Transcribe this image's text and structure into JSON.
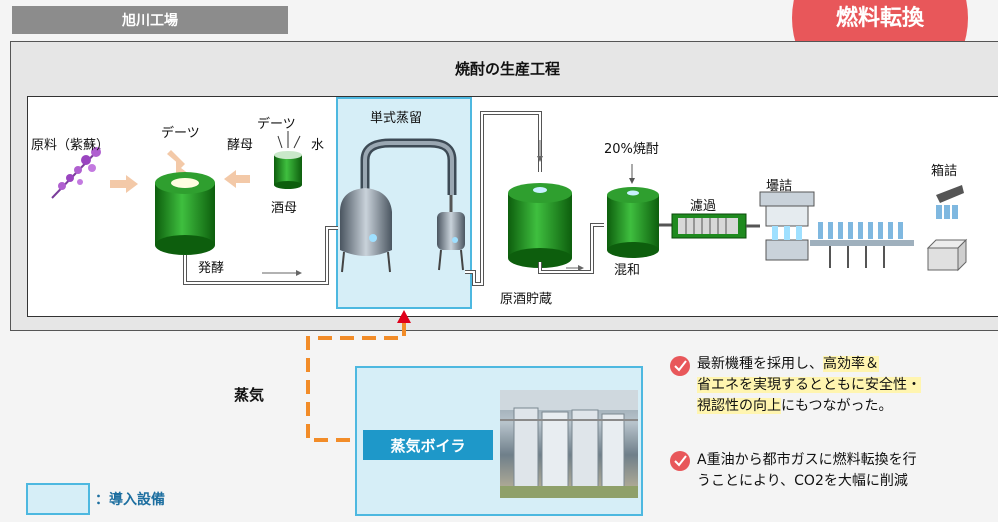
{
  "header": {
    "factory": "旭川工場",
    "badge": "燃料転換"
  },
  "diagram": {
    "title": "焼酎の生産工程",
    "labels": {
      "raw": "原料（紫蘇）",
      "dates1": "デーツ",
      "dates2": "デーツ",
      "yeast": "酵母",
      "water": "水",
      "yeast_starter": "酒母",
      "ferment": "発酵",
      "distill": "単式蒸留",
      "storage": "原酒貯蔵",
      "shochu20": "20%焼酎",
      "mix": "混和",
      "filter": "濾過",
      "bottling": "壜詰",
      "boxing": "箱詰"
    }
  },
  "steam": {
    "label": "蒸気",
    "boiler": "蒸気ボイラ"
  },
  "legend": {
    "text": "：導入設備"
  },
  "notes": {
    "n1_l1a": "最新機種を採用し、",
    "n1_l1b": "高効率＆",
    "n1_l2a": "省エネを実現するとともに",
    "n1_l2b": "安全性・",
    "n1_l3a": "視認性の向上",
    "n1_l3b": "にもつながった。",
    "n2_l1": "A重油から都市ガスに燃料転換を行",
    "n2_l2": "うことにより、CO2を大幅に削減"
  },
  "colors": {
    "accent": "#e8575a",
    "highlight": "#d6eef7",
    "boiler": "#1e98c9",
    "tank": "#1f8a1f"
  }
}
